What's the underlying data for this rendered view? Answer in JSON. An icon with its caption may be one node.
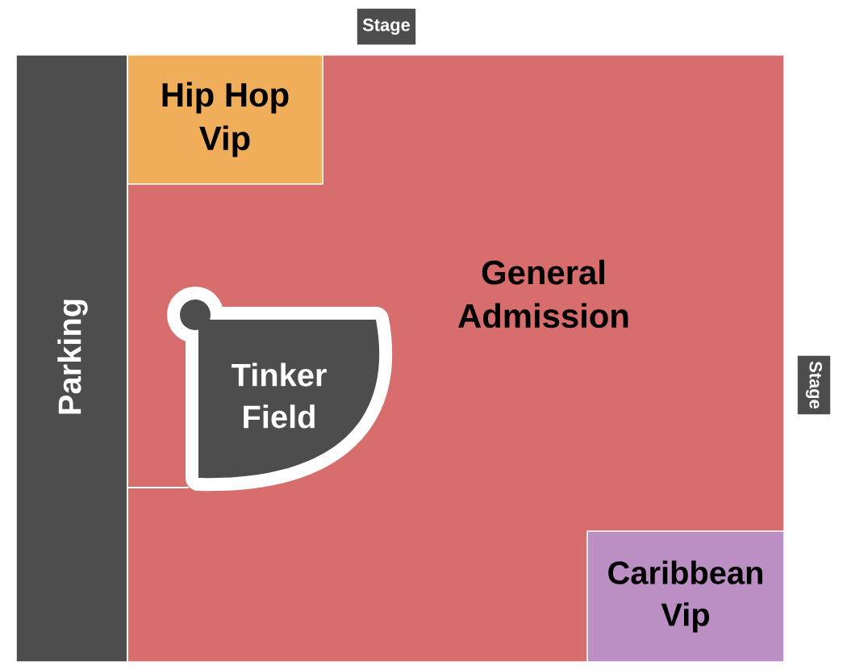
{
  "diagram": {
    "nodes": [
      {
        "text": [
          "Stage"
        ]
      },
      {
        "text": [
          "Parking"
        ]
      },
      {
        "text": [
          "General Admission"
        ]
      },
      {
        "text": [
          "Hip Hop Vip"
        ],
        "in": 2
      },
      {
        "text": [
          "Tinker Field"
        ],
        "in": 2
      },
      {
        "text": [
          "Stage"
        ]
      },
      {
        "text": [
          "Caribbean Vip"
        ],
        "in": 2
      }
    ]
  }
}
